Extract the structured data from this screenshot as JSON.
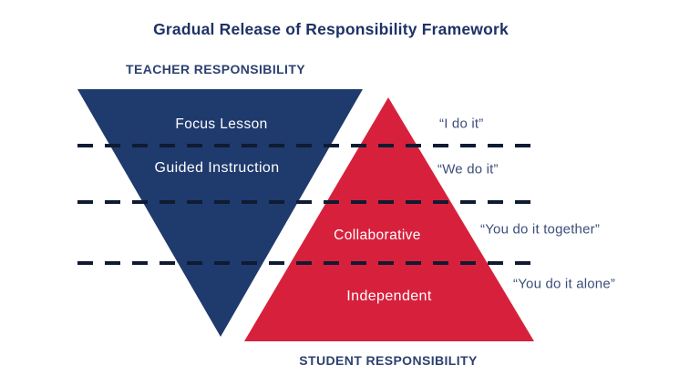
{
  "title": "Gradual Release of Responsibility Framework",
  "colors": {
    "navy_triangle": "#1F3A6D",
    "red_triangle": "#D7213C",
    "dash_line": "#0F1B33",
    "title_text": "#1D3266",
    "responsibility_text": "#2C4170",
    "quote_text": "#3D4E79",
    "stage_text": "#FFFFFF"
  },
  "diagram": {
    "teacher_label": "TEACHER RESPONSIBILITY",
    "student_label": "STUDENT RESPONSIBILITY",
    "stages": [
      {
        "name": "Focus Lesson",
        "quote": "“I do it”"
      },
      {
        "name": "Guided Instruction",
        "quote": "“We do it”"
      },
      {
        "name": "Collaborative",
        "quote": "“You do it together”"
      },
      {
        "name": "Independent",
        "quote": "“You do it alone”"
      }
    ]
  }
}
